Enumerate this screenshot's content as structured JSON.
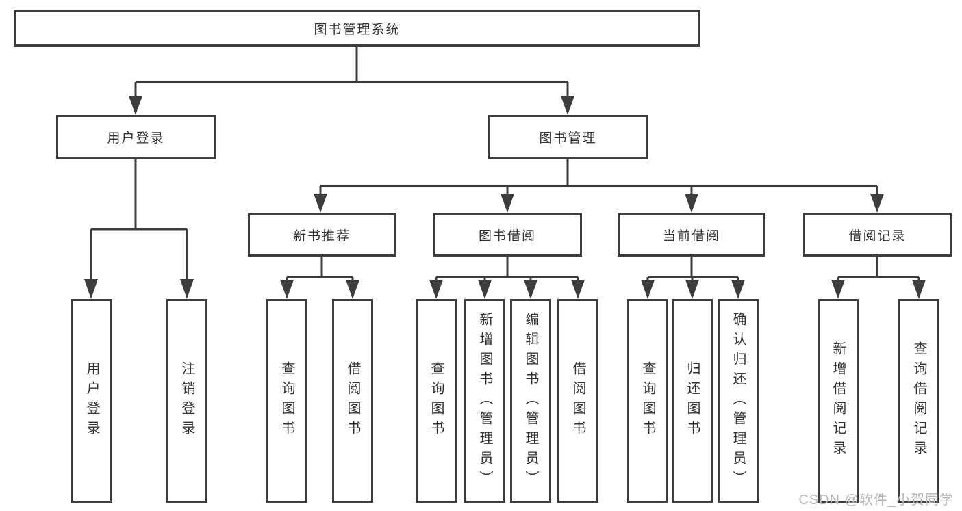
{
  "watermark": "CSDN @软件_小贺同学",
  "tree": {
    "root": "图书管理系统",
    "level2": [
      "用户登录",
      "图书管理"
    ],
    "level3": [
      "新书推荐",
      "图书借阅",
      "当前借阅",
      "借阅记录"
    ],
    "leaves": {
      "user_login": [
        "用户登录",
        "注销登录"
      ],
      "new_book": [
        "查询图书",
        "借阅图书"
      ],
      "book_borrow": [
        "查询图书",
        "新增图书（管理员）",
        "编辑图书（管理员）",
        "借阅图书"
      ],
      "current_borrow": [
        "查询图书",
        "归还图书",
        "确认归还（管理员）"
      ],
      "borrow_record": [
        "新增借阅记录",
        "查询借阅记录"
      ]
    }
  }
}
